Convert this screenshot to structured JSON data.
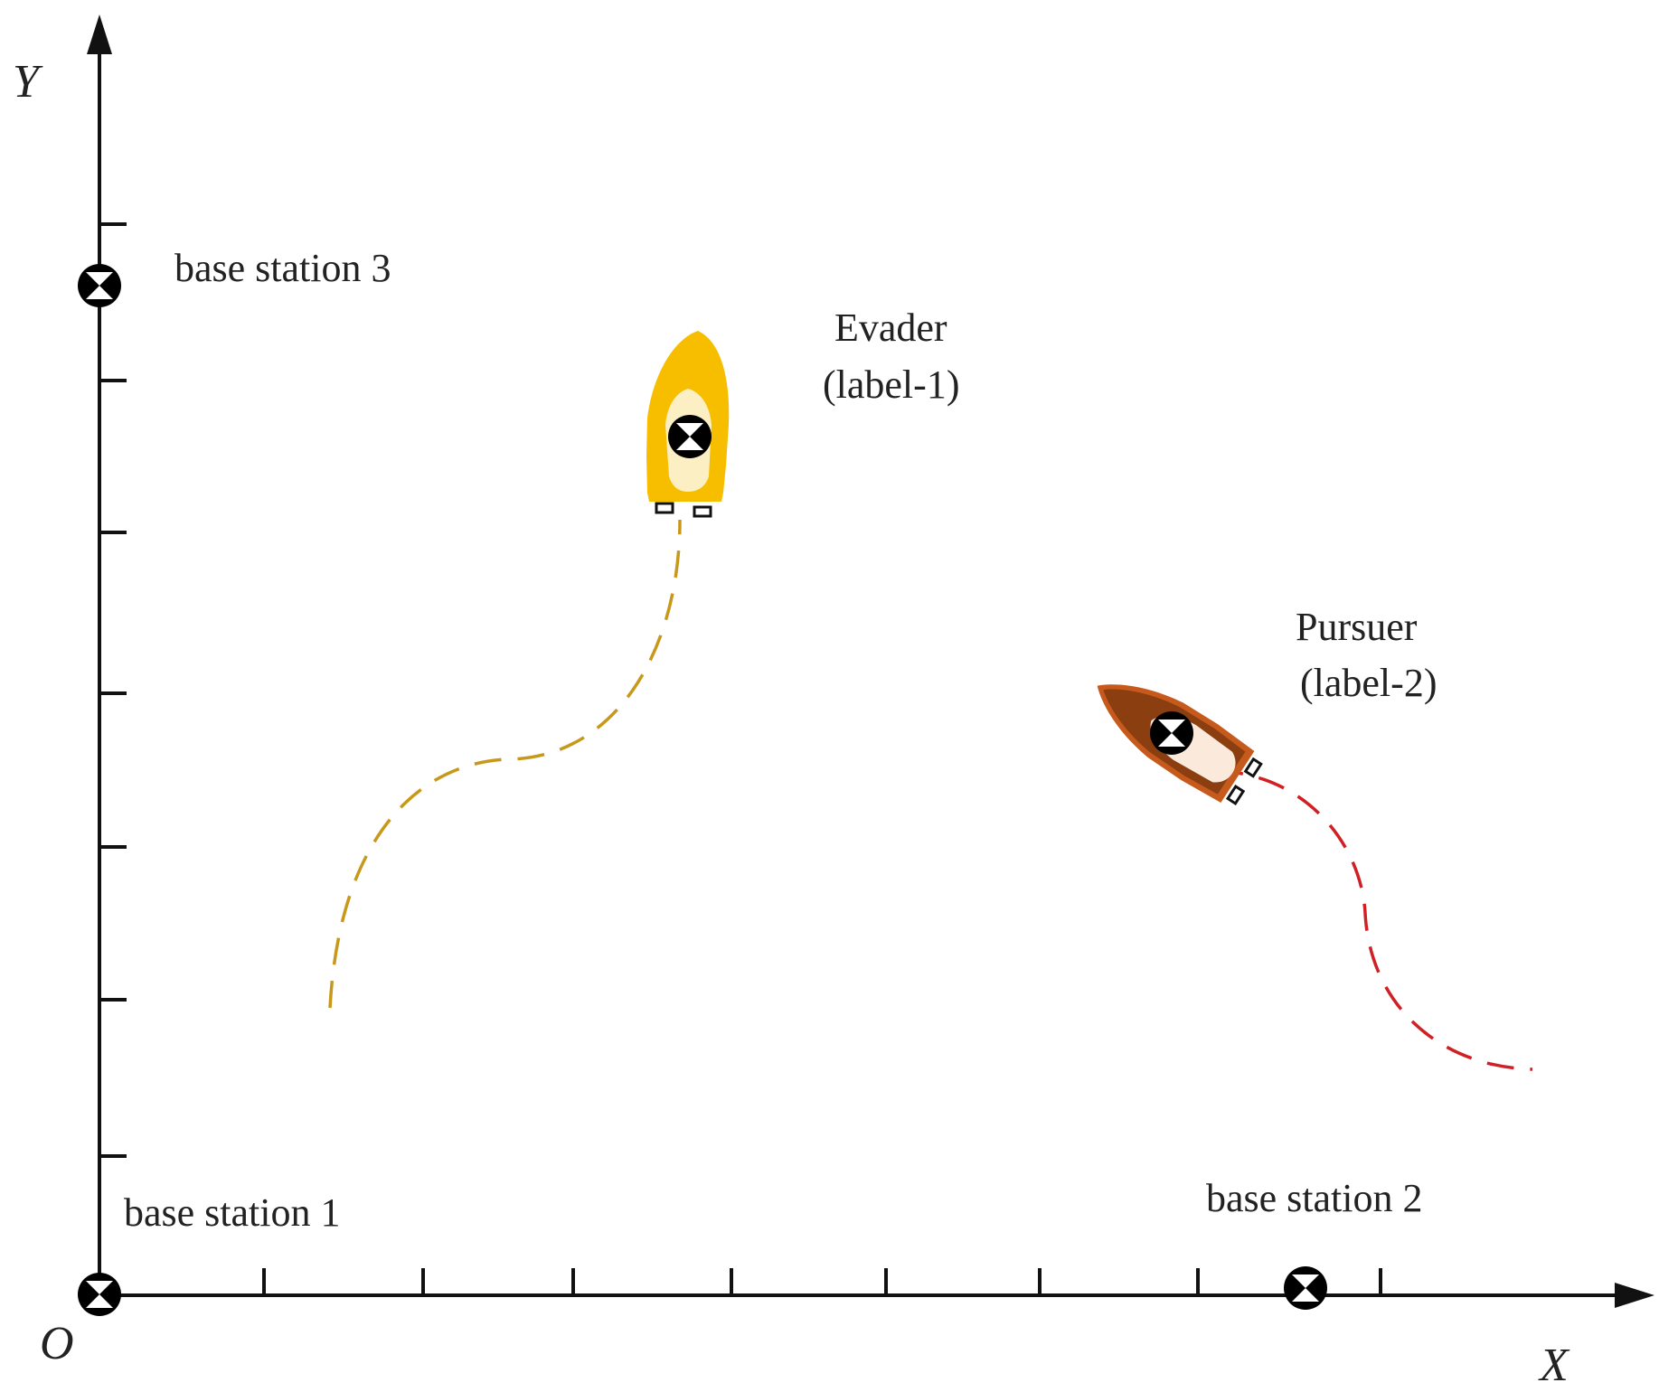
{
  "axes": {
    "x_label": "X",
    "y_label": "Y",
    "origin_label": "O"
  },
  "stations": [
    {
      "label": "base station 1"
    },
    {
      "label": "base station 2"
    },
    {
      "label": "base station 3"
    }
  ],
  "vessels": {
    "evader": {
      "name": "Evader",
      "tag": "(label-1)",
      "hull_color": "#F7BE00",
      "deck_color": "#FBEFC3",
      "path_color": "#C8981A"
    },
    "pursuer": {
      "name": "Pursuer",
      "tag": "(label-2)",
      "hull_color": "#8B3E10",
      "trim_color": "#C65A1C",
      "deck_color": "#FBEADB",
      "path_color": "#D02024"
    }
  },
  "colors": {
    "axis": "#111111",
    "marker": "#000000"
  }
}
